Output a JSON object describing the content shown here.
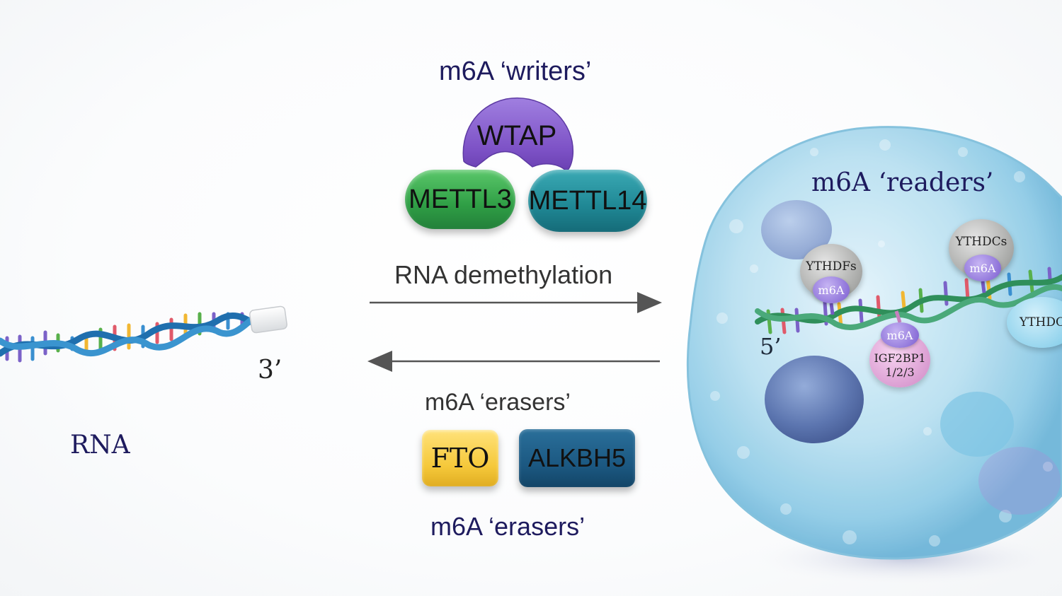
{
  "writers": {
    "title": "m6A ‘writers’",
    "proteins": [
      "WTAP",
      "METTL3",
      "METTL14"
    ]
  },
  "arrows": {
    "forward_label": "RNA demethylation",
    "reverse_label": "m6A ‘erasers’"
  },
  "erasers": {
    "title": "m6A ‘erasers’",
    "proteins": [
      "FTO",
      "ALKBH5"
    ]
  },
  "rna": {
    "label": "RNA",
    "end_3": "3’"
  },
  "readers": {
    "title": "m6A ‘readers’",
    "end_5": "5’",
    "ythdfs": "YTHDFs",
    "ythdcs": "YTHDCs",
    "ythdc": "YTHDC",
    "igf2bp_line1": "IGF2BP1",
    "igf2bp_line2": "1/2/3",
    "m6a": "m6A"
  },
  "colors": {
    "navy_text": "#1e1b5e",
    "wtap": "#8a5fcf",
    "mettl3": "#2f9e45",
    "mettl14": "#1f8794",
    "fto": "#f5c83a",
    "alkbh5": "#1b5780",
    "cell": "#a9d6ea",
    "rna_backbone": "#2a7fb8"
  }
}
